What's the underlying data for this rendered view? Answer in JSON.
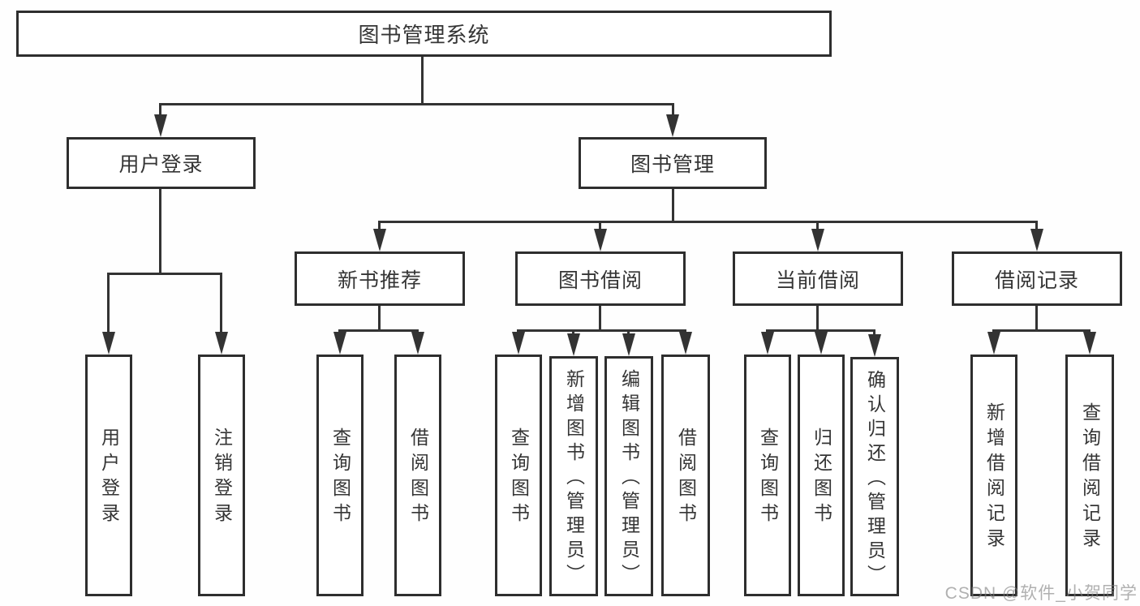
{
  "diagram": {
    "title": "图书管理系统",
    "root": {
      "label": "图书管理系统"
    },
    "level2": [
      {
        "label": "用户登录"
      },
      {
        "label": "图书管理"
      }
    ],
    "level3": [
      {
        "label": "新书推荐"
      },
      {
        "label": "图书借阅"
      },
      {
        "label": "当前借阅"
      },
      {
        "label": "借阅记录"
      }
    ],
    "leaves": {
      "user_login": [
        {
          "label": "用户登录"
        },
        {
          "label": "注销登录"
        }
      ],
      "new_book_recommend": [
        {
          "label": "查询图书"
        },
        {
          "label": "借阅图书"
        }
      ],
      "book_borrowing": [
        {
          "label": "查询图书"
        },
        {
          "label": "新增图书（管理员）"
        },
        {
          "label": "编辑图书（管理员）"
        },
        {
          "label": "借阅图书"
        }
      ],
      "current_borrowing": [
        {
          "label": "查询图书"
        },
        {
          "label": "归还图书"
        },
        {
          "label": "确认归还（管理员）"
        }
      ],
      "borrowing_records": [
        {
          "label": "新增借阅记录"
        },
        {
          "label": "查询借阅记录"
        }
      ]
    },
    "colors": {
      "line": "#333333",
      "box_border": "#2e2e2e",
      "box_fill": "#ffffff",
      "text": "#353535",
      "watermark": "#808080"
    },
    "watermark": "CSDN @软件_小贺同学"
  }
}
